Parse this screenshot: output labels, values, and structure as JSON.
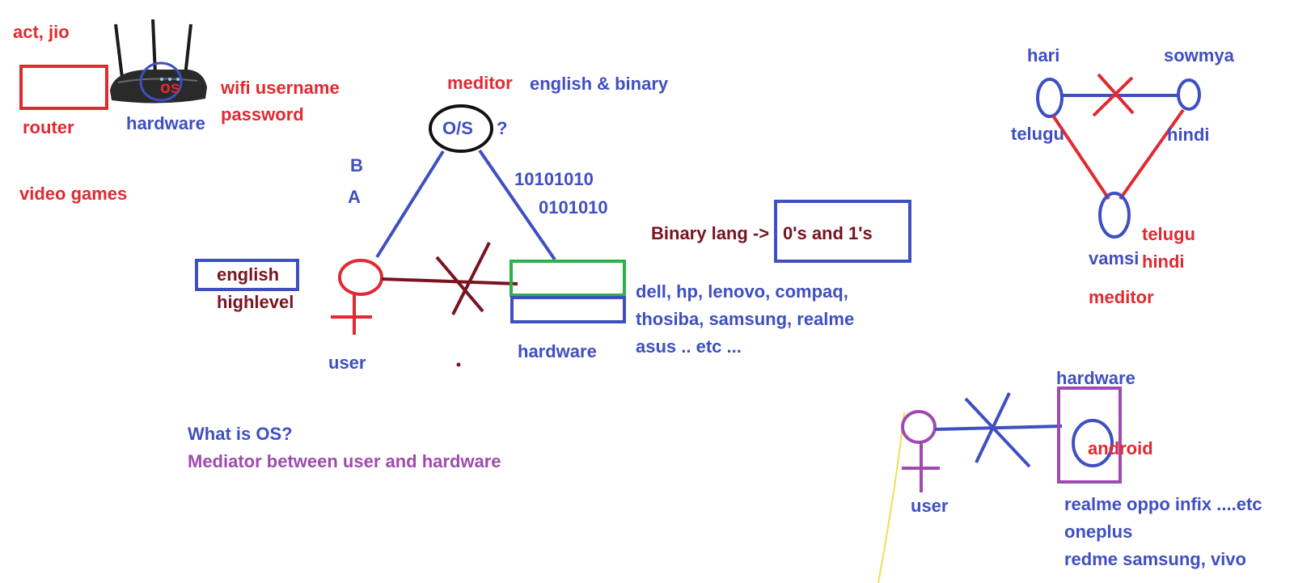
{
  "colors": {
    "red": "#e02a32",
    "blue": "#3f4fc2",
    "maroon": "#7a1220",
    "purple": "#a04ab0",
    "green": "#2fb04a",
    "yellow": "#f2dd55",
    "black": "#111111"
  },
  "icons": {
    "router_photo": "router-icon",
    "user_figures": "female-symbol-icon",
    "blocked_links": "cross-icon"
  },
  "router_section": {
    "isp": "act, jio",
    "router_label": "router",
    "os_label": "os",
    "hardware_label": "hardware",
    "wifi_line1": "wifi username",
    "wifi_line2": "password",
    "video_games": "video games"
  },
  "main_diagram": {
    "meditor": "meditor",
    "english_binary": "english & binary",
    "os_node": "O/S",
    "question": "?",
    "left_b": "B",
    "left_a": "A",
    "binary_1": "10101010",
    "binary_2": "0101010",
    "binary_lang_prefix": "Binary lang -> ",
    "binary_lang_box": "0's and 1's",
    "english": "english",
    "highlevel": "highlevel",
    "user": "user",
    "hardware": "hardware",
    "brands_1": "dell, hp, lenovo, compaq,",
    "brands_2": "thosiba, samsung, realme",
    "brands_3": "asus .. etc ..."
  },
  "definition": {
    "question": "What is OS?",
    "answer": "Mediator between user and hardware"
  },
  "language_triangle": {
    "hari": "hari",
    "sowmya": "sowmya",
    "telugu_left": "telugu",
    "hindi_right": "hindi",
    "vamsi": "vamsi",
    "vamsi_telugu": "telugu",
    "vamsi_hindi": "hindi",
    "meditor": "meditor"
  },
  "mobile_diagram": {
    "hardware": "hardware",
    "android": "android",
    "user": "user",
    "brands_1": "realme oppo infix ....etc",
    "brands_2": "oneplus",
    "brands_3": "redme samsung, vivo"
  }
}
